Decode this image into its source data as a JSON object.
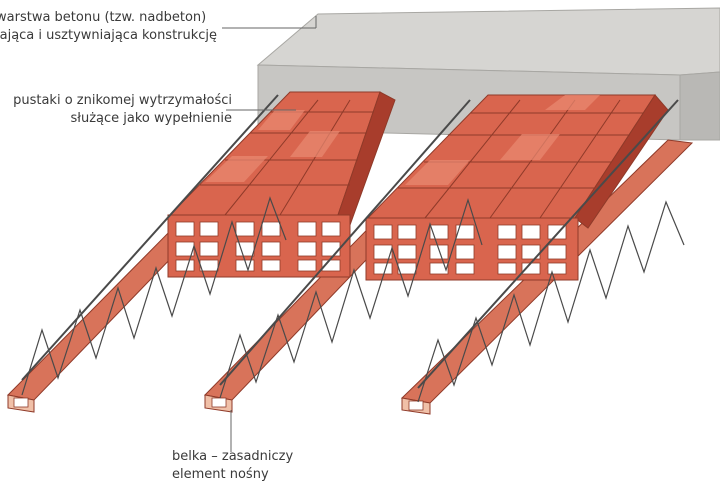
{
  "labels": {
    "concrete": {
      "line1": "warstwa betonu (tzw. nadbeton)",
      "line2": "jająca i usztywniająca konstrukcję"
    },
    "blocks": {
      "line1": "pustaki o znikomej wytrzymałości",
      "line2": "służące jako wypełnienie"
    },
    "beam": {
      "line1": "belka – zasadniczy",
      "line2": "element nośny"
    }
  },
  "colors": {
    "concrete": "#cfcfcd",
    "concrete_dark": "#b7b6b3",
    "brick": "#d9654e",
    "brick_light": "#e98a72",
    "brick_dark": "#a83d2c",
    "beam": "#d8735a",
    "beam_light": "#f0c0a8",
    "steel": "#4a4a4a",
    "leader": "#666666"
  }
}
